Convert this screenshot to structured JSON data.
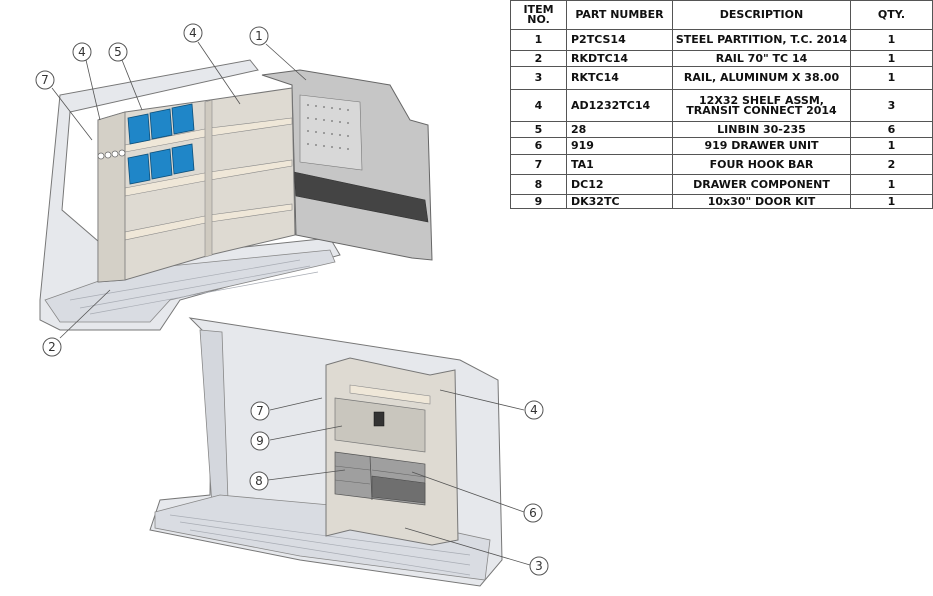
{
  "table": {
    "headers": {
      "item": "ITEM NO.",
      "part": "PART NUMBER",
      "description": "DESCRIPTION",
      "qty": "QTY."
    },
    "rows": [
      {
        "item": "1",
        "part": "P2TCS14",
        "description": "STEEL PARTITION, T.C. 2014",
        "qty": "1"
      },
      {
        "item": "2",
        "part": "RKDTC14",
        "description": "RAIL 70\" TC 14",
        "qty": "1"
      },
      {
        "item": "3",
        "part": "RKTC14",
        "description": "RAIL, ALUMINUM X 38.00",
        "qty": "1"
      },
      {
        "item": "4",
        "part": "AD1232TC14",
        "description": "12X32 SHELF ASSM, TRANSIT CONNECT 2014",
        "qty": "3"
      },
      {
        "item": "5",
        "part": "28",
        "description": "LINBIN 30-235",
        "qty": "6"
      },
      {
        "item": "6",
        "part": "919",
        "description": "919 DRAWER UNIT",
        "qty": "1"
      },
      {
        "item": "7",
        "part": "TA1",
        "description": "FOUR HOOK BAR",
        "qty": "2"
      },
      {
        "item": "8",
        "part": "DC12",
        "description": "DRAWER COMPONENT",
        "qty": "1"
      },
      {
        "item": "9",
        "part": "DK32TC",
        "description": "10x30\" DOOR KIT",
        "qty": "1"
      }
    ]
  },
  "callouts": {
    "top": [
      "7",
      "4",
      "5",
      "4",
      "1",
      "2"
    ],
    "bottom": [
      "7",
      "9",
      "8",
      "4",
      "6",
      "3"
    ]
  },
  "colors": {
    "bin_blue": "#1f86c8",
    "shelf_wood": "#efe7d8",
    "van_body": "#e6e8ec",
    "partition_gray": "#bdbdbd",
    "line": "#555555"
  }
}
